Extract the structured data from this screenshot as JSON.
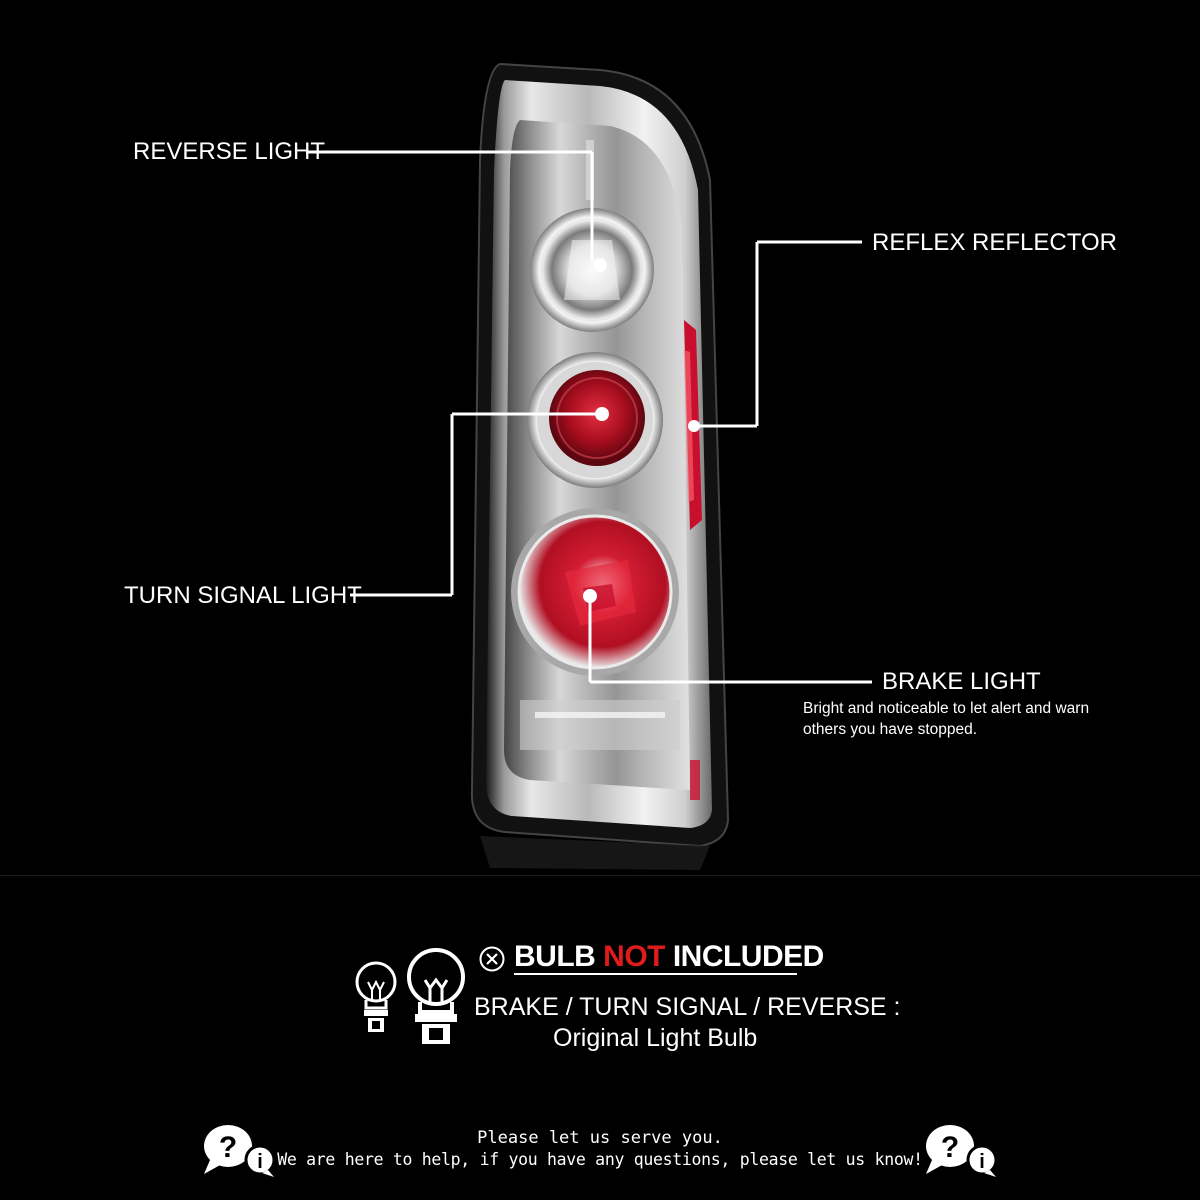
{
  "callouts": {
    "reverse_light": "REVERSE LIGHT",
    "reflex_reflector": "REFLEX REFLECTOR",
    "turn_signal_light": "TURN SIGNAL LIGHT",
    "brake_light": "BRAKE LIGHT",
    "brake_light_desc": "Bright and noticeable to let alert and warn others you have stopped."
  },
  "bulb_notice": {
    "prefix": "BULB ",
    "emphasis": "NOT",
    "suffix": " INCLUDED",
    "line1": "BRAKE / TURN SIGNAL / REVERSE :",
    "line2": "Original Light Bulb",
    "icon": "circle-x-icon",
    "emphasis_color": "#e01b1b"
  },
  "help": {
    "title": "Please let us serve you.",
    "message": "We are here to help, if you have any questions, please let us know!",
    "icon": "question-info-bubble-icon"
  },
  "colors": {
    "background": "#000000",
    "text": "#ffffff",
    "lens_red": "#c8102e"
  }
}
